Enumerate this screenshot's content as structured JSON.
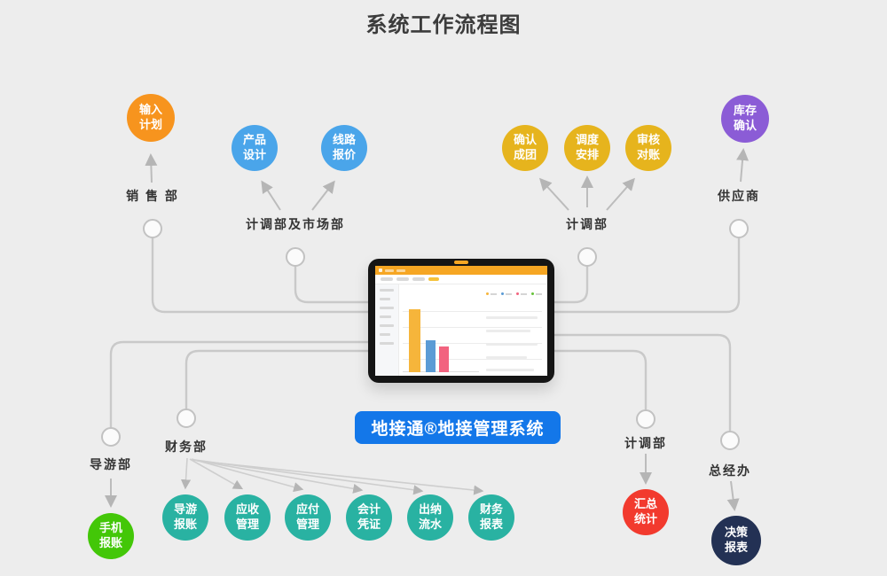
{
  "title": "系统工作流程图",
  "banner": {
    "label": "地接通®地接管理系统",
    "color": "#1377e9"
  },
  "bubbles": [
    {
      "label": "输入计划",
      "color": "#f7941e"
    },
    {
      "label": "产品设计",
      "color": "#4aa5ea"
    },
    {
      "label": "线路报价",
      "color": "#4aa5ea"
    },
    {
      "label": "确认成团",
      "color": "#e6b41d"
    },
    {
      "label": "调度安排",
      "color": "#e6b41d"
    },
    {
      "label": "审核对账",
      "color": "#e6b41d"
    },
    {
      "label": "库存确认",
      "color": "#8b5cd6"
    },
    {
      "label": "手机报账",
      "color": "#43c708"
    },
    {
      "label": "导游报账",
      "color": "#29b2a2"
    },
    {
      "label": "应收管理",
      "color": "#29b2a2"
    },
    {
      "label": "应付管理",
      "color": "#29b2a2"
    },
    {
      "label": "会计凭证",
      "color": "#29b2a2"
    },
    {
      "label": "出纳流水",
      "color": "#29b2a2"
    },
    {
      "label": "财务报表",
      "color": "#29b2a2"
    },
    {
      "label": "汇总统计",
      "color": "#f23a2e"
    },
    {
      "label": "决策报表",
      "color": "#233154"
    }
  ],
  "departments": [
    {
      "label": "销 售 部"
    },
    {
      "label": "计调部及市场部"
    },
    {
      "label": "计调部"
    },
    {
      "label": "供应商"
    },
    {
      "label": "导游部"
    },
    {
      "label": "财务部"
    },
    {
      "label": "计调部"
    },
    {
      "label": "总经办"
    }
  ],
  "tablet": {
    "topbar_color": "#f6a623",
    "chart_bars": [
      {
        "color": "#f6b53b",
        "height": 71
      },
      {
        "color": "#5b9bd5",
        "height": 36
      },
      {
        "color": "#f2637f",
        "height": 29
      }
    ],
    "legend_colors": [
      "#f6b53b",
      "#5b9bd5",
      "#f2637f",
      "#67c23a"
    ]
  }
}
